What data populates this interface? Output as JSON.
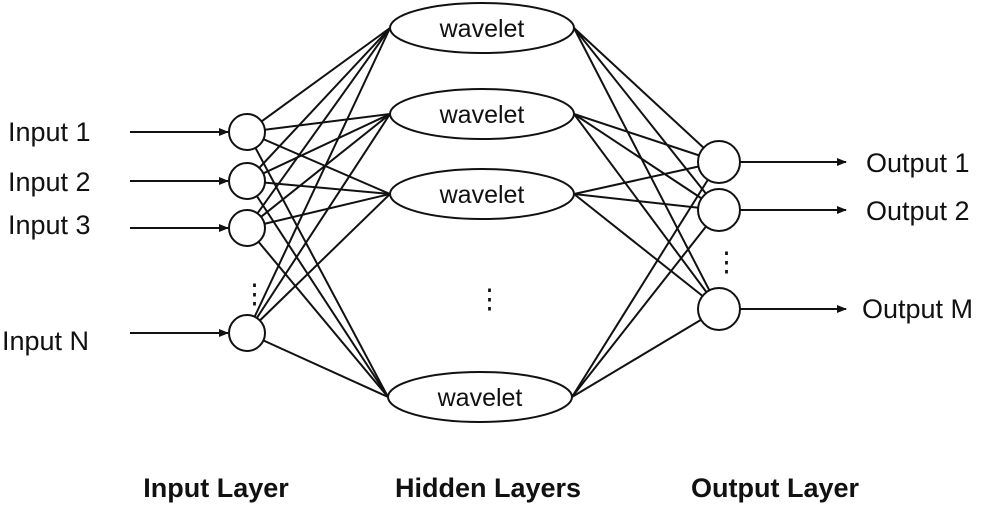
{
  "inputs": {
    "labels": [
      "Input 1",
      "Input 2",
      "Input 3",
      "Input N"
    ],
    "ellipsis": "⋮"
  },
  "hidden": {
    "node_label": "wavelet",
    "ellipsis": "⋮"
  },
  "outputs": {
    "labels": [
      "Output 1",
      "Output 2",
      "Output M"
    ],
    "ellipsis": "⋮"
  },
  "layer_titles": {
    "input": "Input Layer",
    "hidden": "Hidden Layers",
    "output": "Output Layer"
  },
  "colors": {
    "stroke": "#111111",
    "background": "#ffffff"
  }
}
